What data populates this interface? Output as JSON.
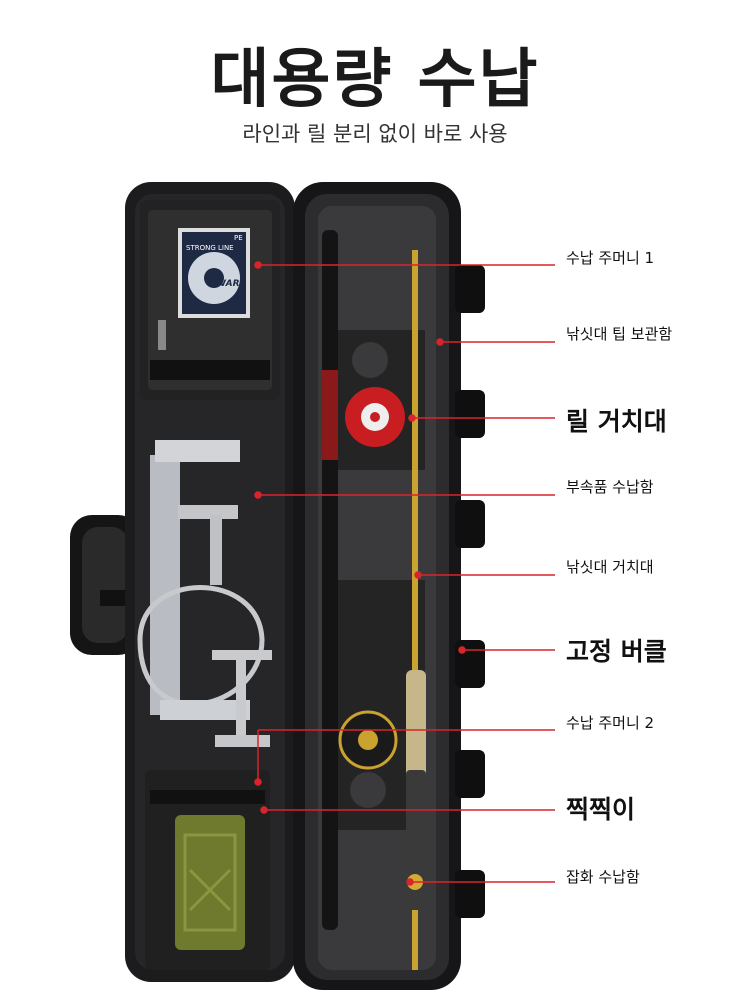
{
  "header": {
    "title": "대용량 수납",
    "subtitle": "라인과 릴 분리 없이 바로 사용"
  },
  "product_text": {
    "line_spool_brand": "STRONG LINE",
    "line_spool_type": "PE",
    "line_spool_logo": "WAR"
  },
  "callouts": [
    {
      "label": "수납 주머니 1",
      "size": "small"
    },
    {
      "label": "낚싯대 팁 보관함",
      "size": "small"
    },
    {
      "label": "릴 거치대",
      "size": "big"
    },
    {
      "label": "부속품 수납함",
      "size": "small"
    },
    {
      "label": "낚싯대 거치대",
      "size": "small"
    },
    {
      "label": "고정 버클",
      "size": "big"
    },
    {
      "label": "수납 주머니 2",
      "size": "small"
    },
    {
      "label": "찍찍이",
      "size": "big"
    },
    {
      "label": "잡화 수납함",
      "size": "small"
    }
  ],
  "colors": {
    "accent_line": "#d9242b",
    "case_body": "#1c1c1e",
    "rod_gold": "#d4a935",
    "reel_red": "#c81e22"
  }
}
